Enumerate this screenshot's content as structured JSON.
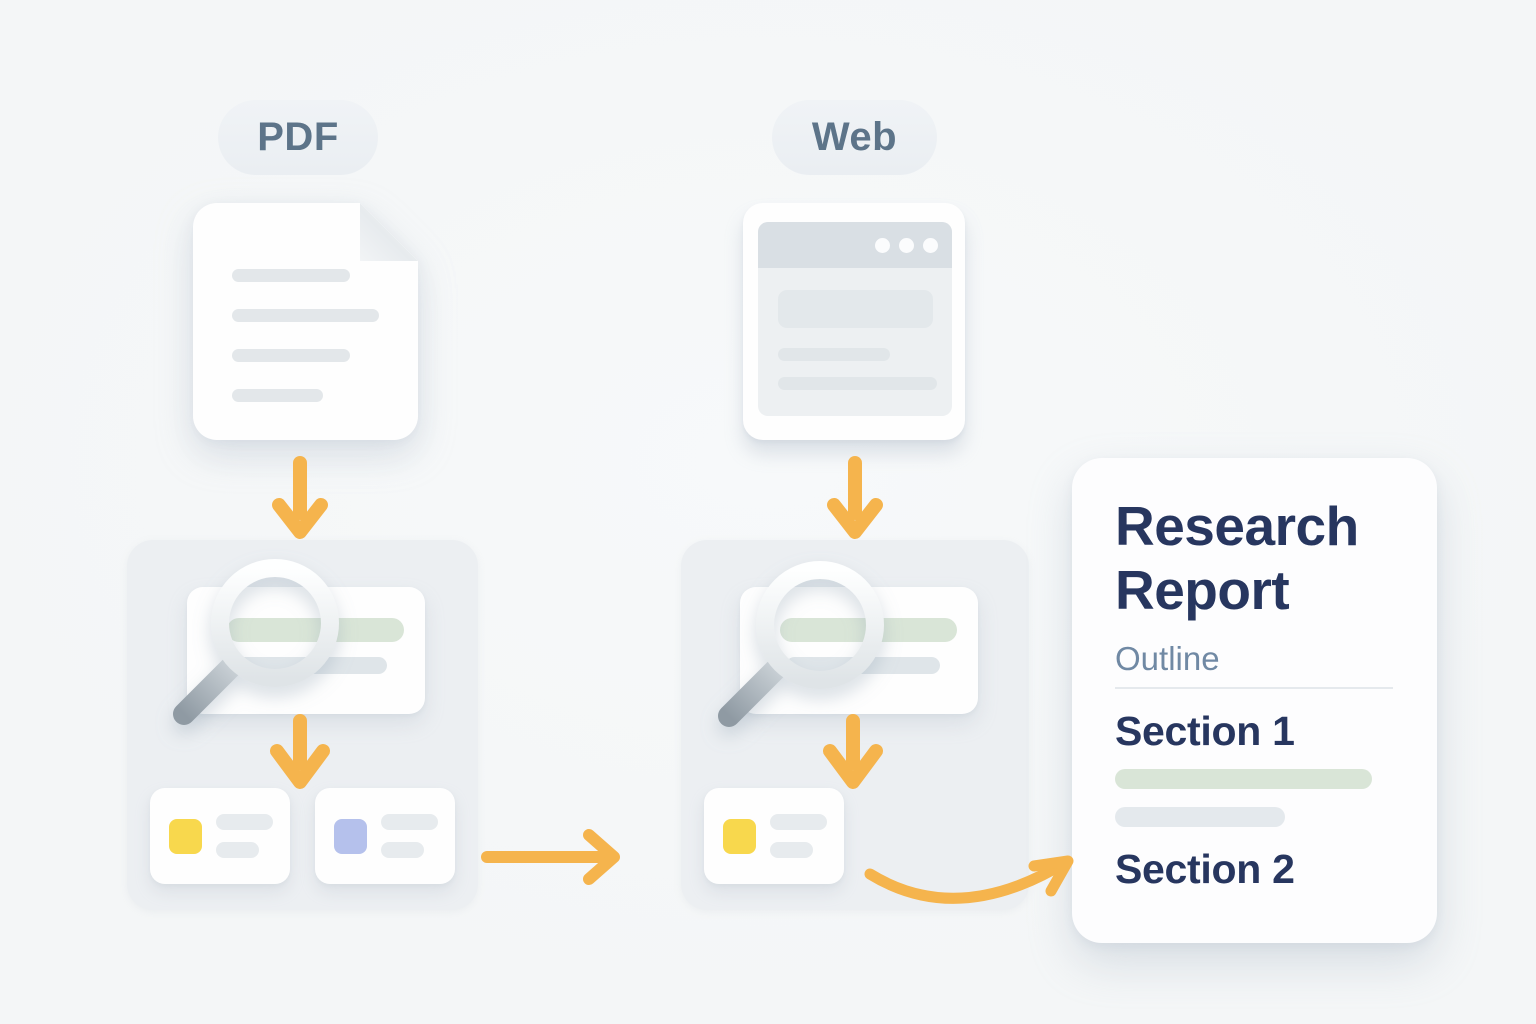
{
  "colors": {
    "background": "#f4f6f7",
    "panel": "#eceff2",
    "card": "#fefefe",
    "lineGray": "#e3e7ea",
    "accentOrange": "#f5b44d",
    "green": "#d9e5d7",
    "yellow": "#f8d84d",
    "purple": "#b5c1ec",
    "navy": "#27365f",
    "slate": "#5d7489",
    "outlineBlue": "#7089a4",
    "browserHeader": "#d9dfe4",
    "browserBlock": "#e3e8eb"
  },
  "sources": {
    "pdf": {
      "label": "PDF"
    },
    "web": {
      "label": "Web"
    }
  },
  "report": {
    "title": "Research Report",
    "subtitle": "Outline",
    "sections": [
      {
        "label": "Section 1"
      },
      {
        "label": "Section 2"
      }
    ]
  },
  "icons": {
    "document": "page-with-folded-corner",
    "browser": "window-with-toolbar-dots",
    "search": "magnifying-glass",
    "flow": "orange-arrows"
  }
}
